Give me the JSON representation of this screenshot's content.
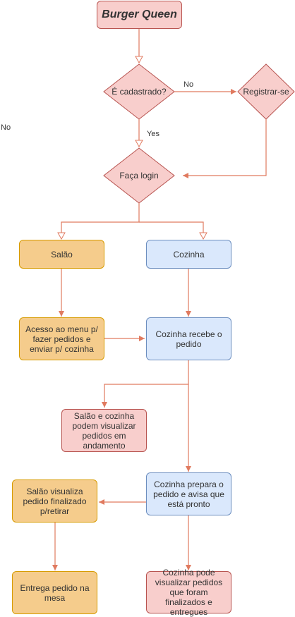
{
  "nodes": {
    "title": "Burger Queen",
    "is_registered": "É cadastrado?",
    "register": "Registrar-se",
    "login": "Faça login",
    "salon": "Salão",
    "kitchen": "Cozinha",
    "menu_access": "Acesso ao menu p/ fazer pedidos e enviar p/ cozinha",
    "kitchen_receives": "Cozinha recebe o pedido",
    "view_in_progress": "Salão e cozinha podem visualizar pedidos em andamento",
    "kitchen_prepares": "Cozinha prepara o pedido e avisa que está pronto",
    "salon_views_finished": "Salão visualiza pedido finalizado p/retirar",
    "deliver": "Entrega pedido na mesa",
    "kitchen_views_delivered": "Cozinha pode visualizar pedidos que foram finalizados e entregues"
  },
  "edge_labels": {
    "no_register": "No",
    "yes_login": "Yes",
    "no_stray": "No"
  },
  "colors": {
    "edge": "#e07a5f",
    "red_fill": "#f8cecc",
    "orange_fill": "#f5cc8c",
    "blue_fill": "#dae8fc"
  }
}
